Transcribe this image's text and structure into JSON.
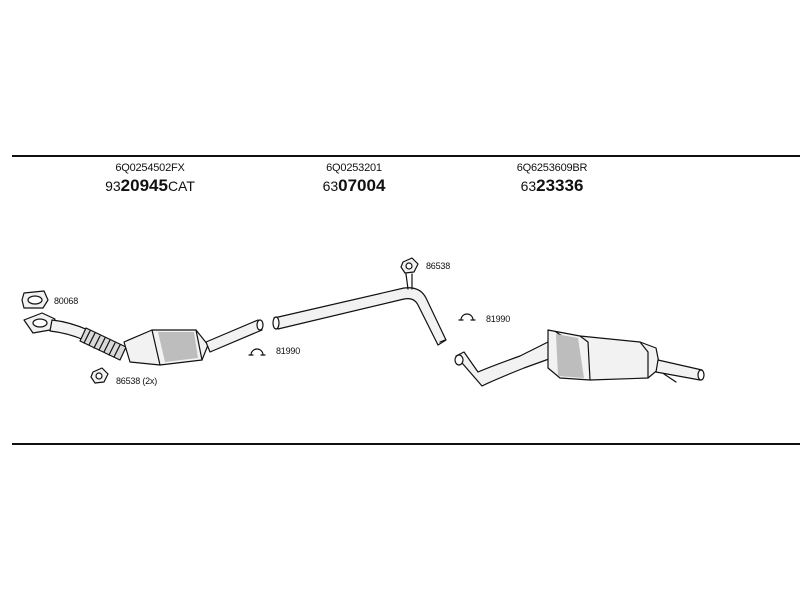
{
  "parts": [
    {
      "oe": "6Q0254502FX",
      "prefix": "93",
      "code": "20945",
      "suffix": "CAT"
    },
    {
      "oe": "6Q0253201",
      "prefix": "63",
      "code": "07004",
      "suffix": ""
    },
    {
      "oe": "6Q6253609BR",
      "prefix": "63",
      "code": "23336",
      "suffix": ""
    }
  ],
  "labels": {
    "gasket": "80068",
    "bolt_front": "86538 (2x)",
    "clamp_front": "81990",
    "bolt_rear": "86538",
    "clamp_rear": "81990"
  },
  "colors": {
    "line": "#111111",
    "part_fill": "#f2f2f2",
    "shade": "#bdbdbd"
  }
}
